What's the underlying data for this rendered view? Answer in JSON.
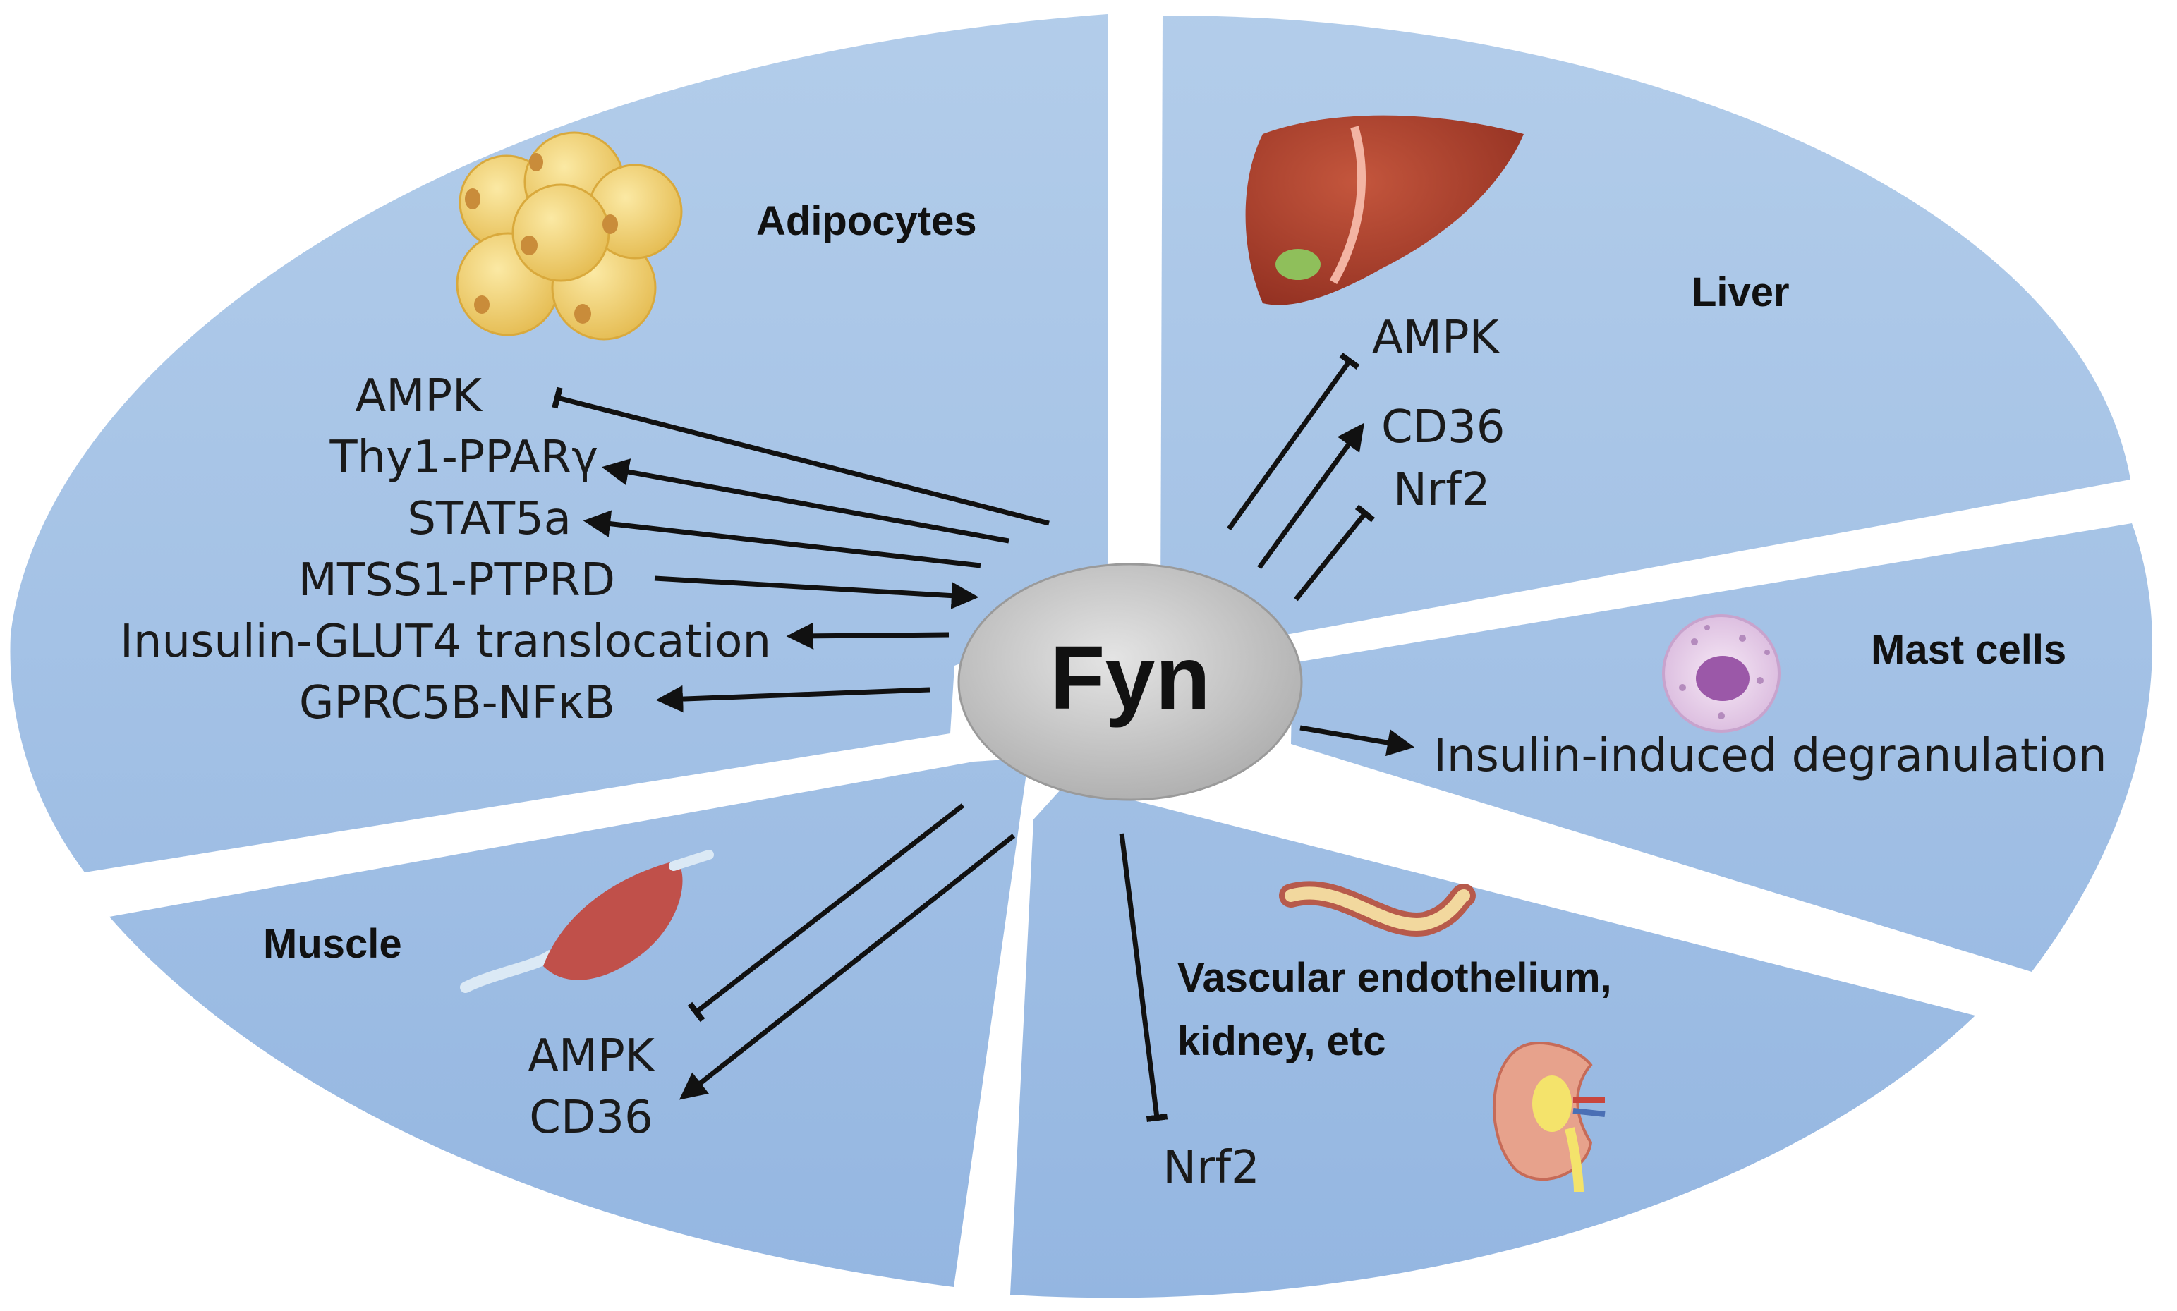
{
  "center": {
    "label": "Fyn"
  },
  "sectors": {
    "adipocytes": {
      "title": "Adipocytes",
      "targets": [
        {
          "label": "AMPK",
          "effect": "inhibits"
        },
        {
          "label": "Thy1-PPARγ",
          "effect": "activates"
        },
        {
          "label": "STAT5a",
          "effect": "activates"
        },
        {
          "label": "MTSS1-PTPRD",
          "effect": "acts on Fyn"
        },
        {
          "label": "Inusulin-GLUT4 translocation",
          "effect": "activates"
        },
        {
          "label": "GPRC5B-NFκB",
          "effect": "activates"
        }
      ]
    },
    "liver": {
      "title": "Liver",
      "targets": [
        {
          "label": "AMPK",
          "effect": "inhibits"
        },
        {
          "label": "CD36",
          "effect": "activates"
        },
        {
          "label": "Nrf2",
          "effect": "inhibits"
        }
      ]
    },
    "mast_cells": {
      "title": "Mast cells",
      "targets": [
        {
          "label": "Insulin-induced degranulation",
          "effect": "activates"
        }
      ]
    },
    "vascular": {
      "title_lines": [
        "Vascular endothelium,",
        "kidney, etc"
      ],
      "targets": [
        {
          "label": "Nrf2",
          "effect": "inhibits"
        }
      ]
    },
    "muscle": {
      "title": "Muscle",
      "targets": [
        {
          "label": "AMPK",
          "effect": "inhibits"
        },
        {
          "label": "CD36",
          "effect": "activates"
        }
      ]
    }
  },
  "icons": [
    "adipocyte-cluster-icon",
    "liver-icon",
    "mast-cell-icon",
    "blood-vessel-icon",
    "kidney-icon",
    "muscle-icon"
  ],
  "colors": {
    "sector_top": "#b3cdea",
    "sector_bottom": "#94b6e1",
    "center_fill": "#c9c9c9",
    "line": "#111111"
  }
}
